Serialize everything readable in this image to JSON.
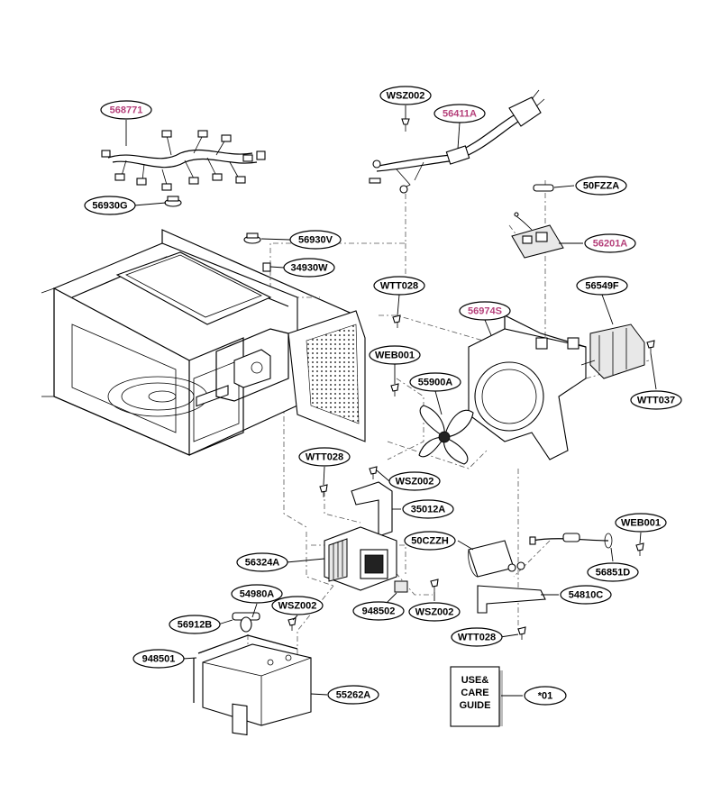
{
  "colors": {
    "highlight": "#b5407a",
    "ink": "#000000"
  },
  "labels": [
    {
      "id": "568771",
      "text": "568771",
      "highlight": true
    },
    {
      "id": "WSZ002_a",
      "text": "WSZ002",
      "highlight": false
    },
    {
      "id": "56411A",
      "text": "56411A",
      "highlight": true
    },
    {
      "id": "50FZZA",
      "text": "50FZZA",
      "highlight": false
    },
    {
      "id": "56930G",
      "text": "56930G",
      "highlight": false
    },
    {
      "id": "56930V",
      "text": "56930V",
      "highlight": false
    },
    {
      "id": "56201A",
      "text": "56201A",
      "highlight": true
    },
    {
      "id": "34930W",
      "text": "34930W",
      "highlight": false
    },
    {
      "id": "WTT028_a",
      "text": "WTT028",
      "highlight": false
    },
    {
      "id": "56549F",
      "text": "56549F",
      "highlight": false
    },
    {
      "id": "56974S",
      "text": "56974S",
      "highlight": true
    },
    {
      "id": "WEB001_a",
      "text": "WEB001",
      "highlight": false
    },
    {
      "id": "55900A",
      "text": "55900A",
      "highlight": false
    },
    {
      "id": "WTT037",
      "text": "WTT037",
      "highlight": false
    },
    {
      "id": "WTT028_b",
      "text": "WTT028",
      "highlight": false
    },
    {
      "id": "WSZ002_b",
      "text": "WSZ002",
      "highlight": false
    },
    {
      "id": "35012A",
      "text": "35012A",
      "highlight": false
    },
    {
      "id": "WEB001_b",
      "text": "WEB001",
      "highlight": false
    },
    {
      "id": "50CZZH",
      "text": "50CZZH",
      "highlight": false
    },
    {
      "id": "56324A",
      "text": "56324A",
      "highlight": false
    },
    {
      "id": "56851D",
      "text": "56851D",
      "highlight": false
    },
    {
      "id": "54980A",
      "text": "54980A",
      "highlight": false
    },
    {
      "id": "54810C",
      "text": "54810C",
      "highlight": false
    },
    {
      "id": "WSZ002_c",
      "text": "WSZ002",
      "highlight": false
    },
    {
      "id": "948502",
      "text": "948502",
      "highlight": false
    },
    {
      "id": "WSZ002_d",
      "text": "WSZ002",
      "highlight": false
    },
    {
      "id": "56912B",
      "text": "56912B",
      "highlight": false
    },
    {
      "id": "WTT028_c",
      "text": "WTT028",
      "highlight": false
    },
    {
      "id": "948501",
      "text": "948501",
      "highlight": false
    },
    {
      "id": "55262A",
      "text": "55262A",
      "highlight": false
    },
    {
      "id": "01",
      "text": "*01",
      "highlight": false
    }
  ],
  "guide_book": {
    "line1": "USE&",
    "line2": "CARE",
    "line3": "GUIDE"
  }
}
